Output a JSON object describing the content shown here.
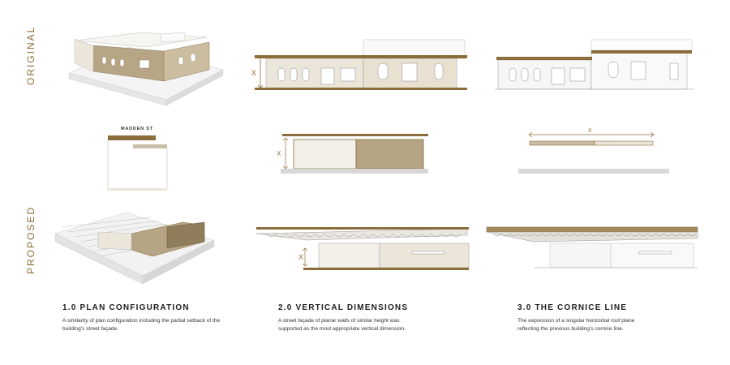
{
  "rows": {
    "original_label": "ORIGINAL",
    "proposed_label": "PROPOSED"
  },
  "plan": {
    "street_label": "MADDEN ST",
    "dimension_mark": "X"
  },
  "sections": [
    {
      "heading": "1.0 PLAN CONFIGURATION",
      "text_line1": "A similarity of plan configuration including the partial setback of the",
      "text_line2": "building's street façade."
    },
    {
      "heading": "2.0 VERTICAL DIMENSIONS",
      "text_line1": "A street façade of planar walls of similar height was",
      "text_line2": "supported as the most appropriate vertical dimension."
    },
    {
      "heading": "3.0 THE CORNICE LINE",
      "text_line1": "The expression of a singular horizontal roof plane",
      "text_line2": "reflecting the previous building's cornice line."
    }
  ],
  "colors": {
    "accent": "#8a6d3b",
    "wall_tan": "#b5a585",
    "wall_light": "#ece6da",
    "ground": "#d8d8d8"
  }
}
